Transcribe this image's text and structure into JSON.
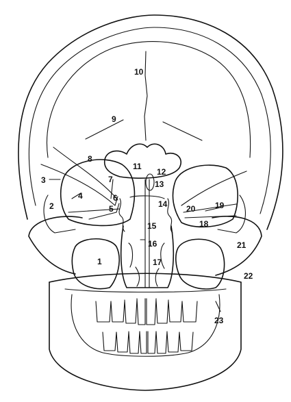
{
  "labels": [
    "1",
    "2",
    "3",
    "4",
    "5",
    "6",
    "7",
    "8",
    "9",
    "10",
    "11",
    "12",
    "13",
    "14",
    "15",
    "16",
    "17",
    "18",
    "19",
    "20",
    "21",
    "22",
    "23"
  ],
  "colors": {
    "line": "#111111",
    "background": "#ffffff"
  }
}
